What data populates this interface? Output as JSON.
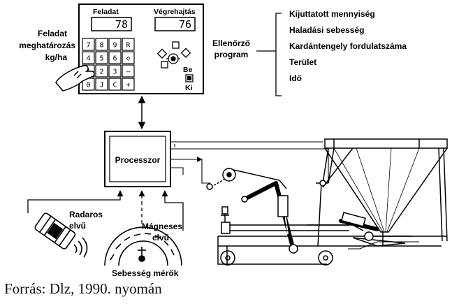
{
  "panel": {
    "display_left_label": "Feladat",
    "display_right_label": "Végrehajtás",
    "display_left_value": "78",
    "display_right_value": "76",
    "keypad": [
      "7",
      "8",
      "9",
      "R",
      "4",
      "5",
      "6",
      "◇",
      "1",
      "2",
      "3",
      "—",
      "0",
      "J",
      "C",
      "+"
    ],
    "be_label": "Be",
    "ki_label": "Ki"
  },
  "left_label": {
    "line1": "Feladat",
    "line2": "meghatározás",
    "line3": "kg/ha"
  },
  "control_program": {
    "line1": "Ellenőrző",
    "line2": "program"
  },
  "program_items": [
    "Kijuttatott mennyiség",
    "Haladási sebesség",
    "Kardántengely fordulatszáma",
    "Terület",
    "Idő"
  ],
  "processor_label": "Processzor",
  "sensors": {
    "radar_line1": "Radaros",
    "radar_line2": "elvű",
    "magnetic_line1": "Mágneses",
    "magnetic_line2": "elvű",
    "speed_meters": "Sebesség mérők"
  },
  "caption": "Forrás: Dlz, 1990. nyomán"
}
